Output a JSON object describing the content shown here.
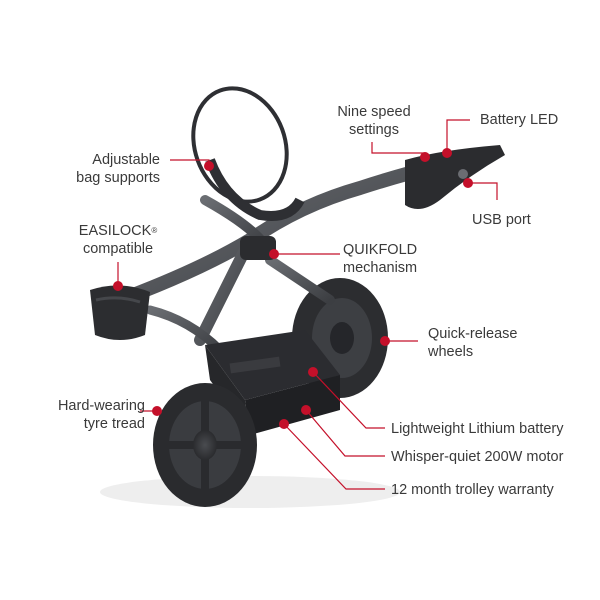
{
  "accent_color": "#c4102a",
  "product": "electric golf trolley",
  "callouts": {
    "nine_speed": [
      "Nine speed",
      "settings"
    ],
    "battery_led": "Battery LED",
    "adjustable": [
      "Adjustable",
      "bag supports"
    ],
    "usb_port": "USB port",
    "easilock": [
      "EASILOCK",
      "®",
      "compatible"
    ],
    "quikfold": [
      "QUIKFOLD",
      "mechanism"
    ],
    "quick_release": [
      "Quick-release",
      "wheels"
    ],
    "tyre_tread": [
      "Hard-wearing",
      "tyre tread"
    ],
    "lithium": "Lightweight Lithium battery",
    "motor": "Whisper-quiet 200W motor",
    "warranty": "12 month trolley warranty"
  }
}
